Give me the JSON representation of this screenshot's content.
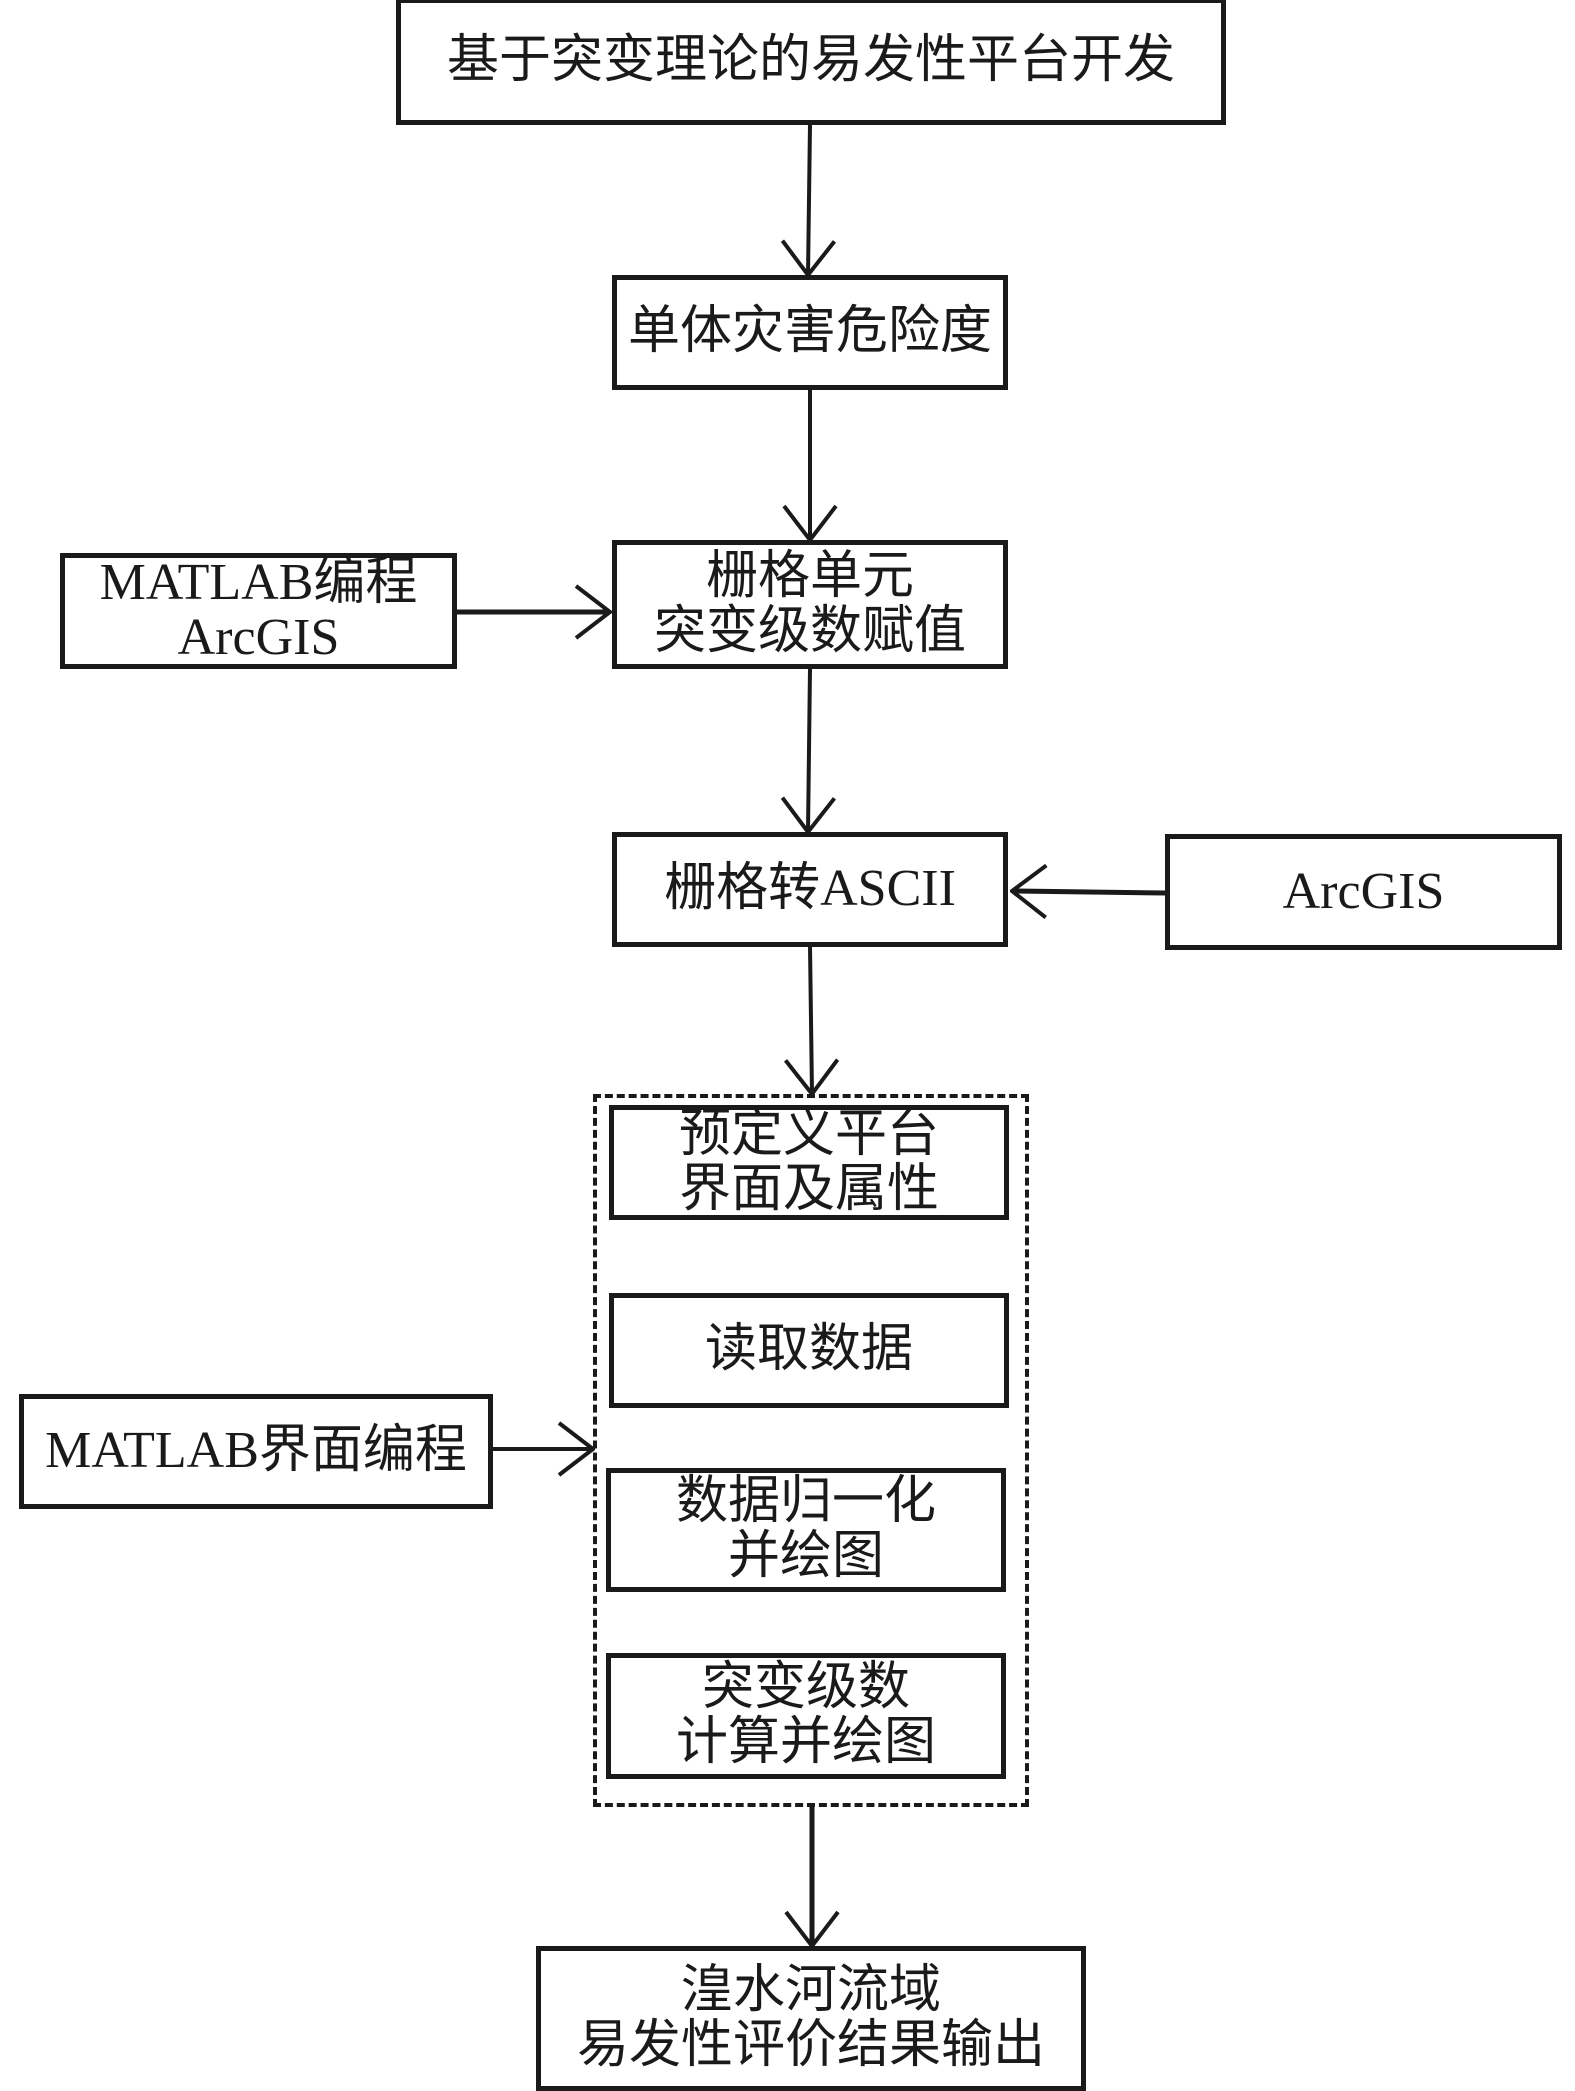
{
  "diagram": {
    "type": "flowchart",
    "nodes": {
      "platform_dev": {
        "lines": [
          "基于突变理论的易发性平台开发"
        ]
      },
      "single_hazard": {
        "lines": [
          "单体灾害危险度"
        ]
      },
      "raster_assign": {
        "lines": [
          "栅格单元",
          "突变级数赋值"
        ]
      },
      "matlab_arcgis": {
        "lines": [
          "MATLAB编程",
          "ArcGIS"
        ]
      },
      "raster_ascii": {
        "lines": [
          "栅格转ASCII"
        ]
      },
      "arcgis": {
        "lines": [
          "ArcGIS"
        ]
      },
      "predefine_ui": {
        "lines": [
          "预定义平台",
          "界面及属性"
        ]
      },
      "read_data": {
        "lines": [
          "读取数据"
        ]
      },
      "normalize_plot": {
        "lines": [
          "数据归一化",
          "并绘图"
        ]
      },
      "catastrophe_calc": {
        "lines": [
          "突变级数",
          "计算并绘图"
        ]
      },
      "matlab_ui": {
        "lines": [
          "MATLAB界面编程"
        ]
      },
      "result_output": {
        "lines": [
          "湟水河流域",
          "易发性评价结果输出"
        ]
      }
    },
    "edges": [
      {
        "from": "platform_dev",
        "to": "single_hazard"
      },
      {
        "from": "single_hazard",
        "to": "raster_assign"
      },
      {
        "from": "matlab_arcgis",
        "to": "raster_assign"
      },
      {
        "from": "raster_assign",
        "to": "raster_ascii"
      },
      {
        "from": "arcgis",
        "to": "raster_ascii"
      },
      {
        "from": "raster_ascii",
        "to": "platform_group"
      },
      {
        "from": "matlab_ui",
        "to": "platform_group"
      },
      {
        "from": "platform_group",
        "to": "result_output"
      }
    ],
    "groups": [
      {
        "id": "platform_group",
        "members": [
          "predefine_ui",
          "read_data",
          "normalize_plot",
          "catastrophe_calc"
        ],
        "style": "dashed"
      }
    ]
  }
}
